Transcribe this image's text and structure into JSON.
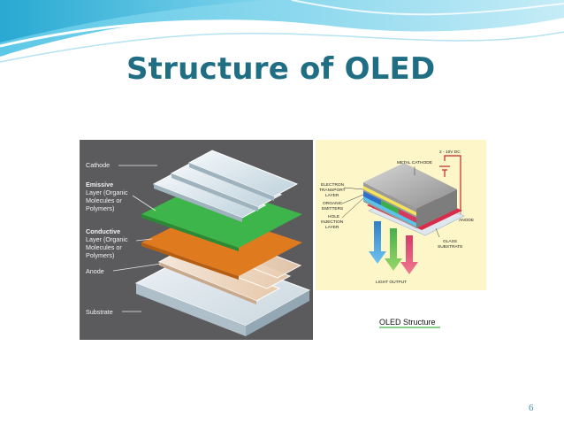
{
  "slide": {
    "title": "Structure of OLED",
    "page_number": "6"
  },
  "left_diagram": {
    "labels": {
      "cathode": "Cathode",
      "emissive_bold": "Emissive",
      "emissive_rest_1": "Layer (Organic",
      "emissive_rest_2": "Molecules or",
      "emissive_rest_3": "Polymers)",
      "conductive_bold": "Conductive",
      "conductive_rest_1": "Layer (Organic",
      "conductive_rest_2": "Molecules or",
      "conductive_rest_3": "Polymers)",
      "anode": "Anode",
      "substrate": "Substrate"
    }
  },
  "right_diagram": {
    "labels": {
      "voltage": "2 - 10V DC",
      "metal_cathode": "METAL CATHODE",
      "electron_1": "ELECTRON",
      "electron_2": "TRANSPORT",
      "electron_3": "LAYER",
      "organic_1": "ORGANIC",
      "organic_2": "EMITTERS",
      "hole_1": "HOLE",
      "hole_2": "INJECTION",
      "hole_3": "LAYER",
      "anode": "ANODE",
      "glass_1": "GLASS",
      "glass_2": "SUBSTRATE",
      "light_output": "LIGHT OUTPUT",
      "caption": "OLED Structure"
    }
  },
  "colors": {
    "title": "#1f6e84",
    "emissive_layer": "#3db54a",
    "conductive_layer": "#e07a1f",
    "left_background": "#5b5b5d",
    "right_background": "#fdf6c9"
  }
}
